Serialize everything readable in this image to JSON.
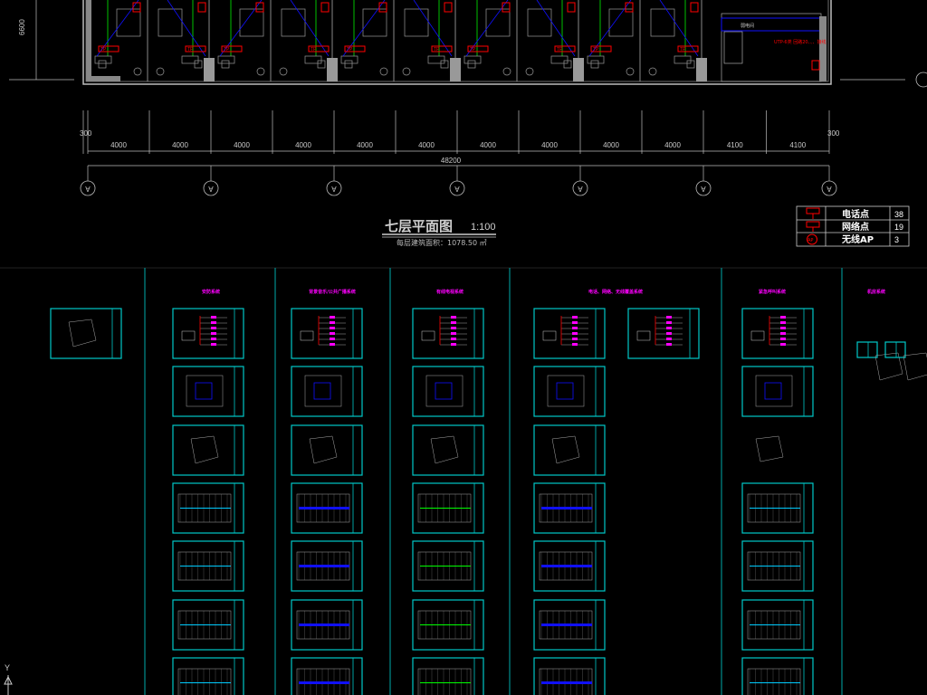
{
  "plan": {
    "title": "七层平面图",
    "scale": "1:100",
    "area_note": "每层建筑面积：1078.50 ㎡",
    "left_dim": "6600",
    "edge_dim": "300",
    "bays": [
      "4000",
      "4000",
      "4000",
      "4000",
      "4000",
      "4000",
      "4000",
      "4000",
      "4000",
      "4000",
      "4100",
      "4100"
    ],
    "total": "48200",
    "axis_label": "A",
    "room_tag": "TP",
    "note_label": "弱电间",
    "cable_note": "UTP-6类 回路20、、、接线"
  },
  "legend": {
    "rows": [
      {
        "symbol": "TP",
        "label": "电话点",
        "count": "38"
      },
      {
        "symbol": "TD",
        "label": "网络点",
        "count": "19"
      },
      {
        "symbol": "AP",
        "label": "无线AP",
        "count": "3"
      }
    ]
  },
  "sheets": {
    "headers": [
      "安防系统",
      "背景音乐/公共广播系统",
      "有线电视系统",
      "电话、网络、无线覆盖系统",
      "紧急呼叫系统",
      "机房系统"
    ]
  },
  "ucs": {
    "y_label": "Y"
  },
  "colors": {
    "frame": "#00c8c8",
    "wire_red": "#ff0000",
    "wire_blue": "#1010ff",
    "wire_green": "#00c000",
    "header": "#ff00ff",
    "line": "#bdbdbd"
  }
}
